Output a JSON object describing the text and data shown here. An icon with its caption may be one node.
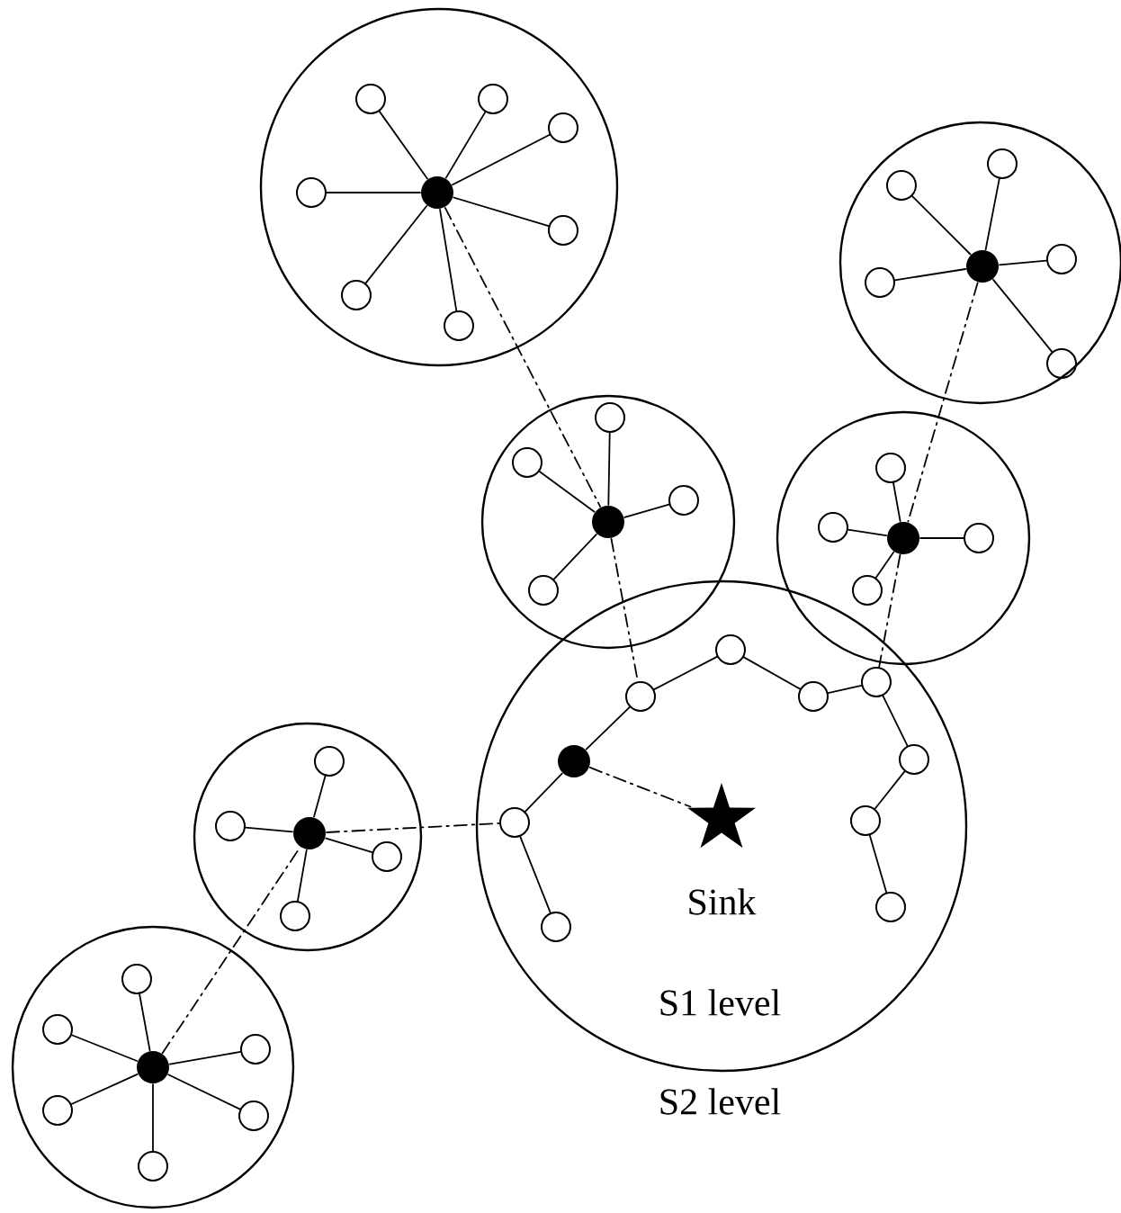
{
  "diagram": {
    "nodes": [
      {
        "text": [],
        "shape": "circle"
      },
      {
        "text": [],
        "shape": "dot",
        "in": 0
      },
      {
        "text": [],
        "shape": "circle",
        "in": 0
      },
      {
        "text": [],
        "shape": "circle",
        "in": 0
      },
      {
        "text": [],
        "shape": "circle",
        "in": 0
      },
      {
        "text": [],
        "shape": "circle",
        "in": 0
      },
      {
        "text": [],
        "shape": "circle",
        "in": 0
      },
      {
        "text": [],
        "shape": "circle",
        "in": 0
      },
      {
        "text": [],
        "shape": "circle",
        "in": 0
      },
      {
        "text": [],
        "shape": "circle"
      },
      {
        "text": [],
        "shape": "dot",
        "in": 9
      },
      {
        "text": [],
        "shape": "circle",
        "in": 9
      },
      {
        "text": [],
        "shape": "circle",
        "in": 9
      },
      {
        "text": [],
        "shape": "circle",
        "in": 9
      },
      {
        "text": [],
        "shape": "circle",
        "in": 9
      },
      {
        "text": [],
        "shape": "circle",
        "in": 9
      },
      {
        "text": [],
        "shape": "circle"
      },
      {
        "text": [],
        "shape": "dot",
        "in": 16
      },
      {
        "text": [],
        "shape": "circle",
        "in": 16
      },
      {
        "text": [],
        "shape": "circle",
        "in": 16
      },
      {
        "text": [],
        "shape": "circle",
        "in": 16
      },
      {
        "text": [],
        "shape": "circle",
        "in": 16
      },
      {
        "text": [],
        "shape": "circle"
      },
      {
        "text": [],
        "shape": "dot",
        "in": 22
      },
      {
        "text": [],
        "shape": "circle",
        "in": 22
      },
      {
        "text": [],
        "shape": "circle",
        "in": 22
      },
      {
        "text": [],
        "shape": "circle",
        "in": 22
      },
      {
        "text": [],
        "shape": "circle",
        "in": 22
      },
      {
        "text": [
          "S1 level"
        ]
      },
      {
        "text": [],
        "shape": "star",
        "in": 28,
        "beside": [
          "Sink"
        ]
      },
      {
        "text": [],
        "shape": "dot",
        "in": 28
      },
      {
        "text": [],
        "shape": "circle",
        "in": 28
      },
      {
        "text": [],
        "shape": "circle",
        "in": 28
      },
      {
        "text": [],
        "shape": "circle",
        "in": 28
      },
      {
        "text": [],
        "shape": "circle",
        "in": 28
      },
      {
        "text": [],
        "shape": "circle",
        "in": 28
      },
      {
        "text": [],
        "shape": "circle",
        "in": 28
      },
      {
        "text": [],
        "shape": "circle",
        "in": 28
      },
      {
        "text": [],
        "shape": "circle",
        "in": 28
      },
      {
        "text": [],
        "shape": "circle",
        "in": 28
      },
      {
        "text": [],
        "shape": "circle"
      },
      {
        "text": [],
        "shape": "dot",
        "in": 40
      },
      {
        "text": [],
        "shape": "circle",
        "in": 40
      },
      {
        "text": [],
        "shape": "circle",
        "in": 40
      },
      {
        "text": [],
        "shape": "circle",
        "in": 40
      },
      {
        "text": [],
        "shape": "circle",
        "in": 40
      },
      {
        "text": [],
        "shape": "circle"
      },
      {
        "text": [],
        "shape": "dot",
        "in": 46
      },
      {
        "text": [],
        "shape": "circle",
        "in": 46
      },
      {
        "text": [],
        "shape": "circle",
        "in": 46
      },
      {
        "text": [],
        "shape": "circle",
        "in": 46
      },
      {
        "text": [],
        "shape": "circle",
        "in": 46
      },
      {
        "text": [],
        "shape": "circle",
        "in": 46
      },
      {
        "text": [],
        "shape": "circle",
        "in": 46
      }
    ],
    "edges": [
      {
        "from": 1,
        "to": 2,
        "arrow": "none"
      },
      {
        "from": 1,
        "to": 3,
        "arrow": "none"
      },
      {
        "from": 1,
        "to": 4,
        "arrow": "none"
      },
      {
        "from": 1,
        "to": 5,
        "arrow": "none"
      },
      {
        "from": 1,
        "to": 6,
        "arrow": "none"
      },
      {
        "from": 1,
        "to": 7,
        "arrow": "none"
      },
      {
        "from": 1,
        "to": 8,
        "arrow": "none"
      },
      {
        "from": 10,
        "to": 11,
        "arrow": "none"
      },
      {
        "from": 10,
        "to": 12,
        "arrow": "none"
      },
      {
        "from": 10,
        "to": 13,
        "arrow": "none"
      },
      {
        "from": 10,
        "to": 14,
        "arrow": "none"
      },
      {
        "from": 10,
        "to": 15,
        "arrow": "none"
      },
      {
        "from": 17,
        "to": 18,
        "arrow": "none"
      },
      {
        "from": 17,
        "to": 19,
        "arrow": "none"
      },
      {
        "from": 17,
        "to": 20,
        "arrow": "none"
      },
      {
        "from": 17,
        "to": 21,
        "arrow": "none"
      },
      {
        "from": 23,
        "to": 24,
        "arrow": "none"
      },
      {
        "from": 23,
        "to": 25,
        "arrow": "none"
      },
      {
        "from": 23,
        "to": 26,
        "arrow": "none"
      },
      {
        "from": 23,
        "to": 27,
        "arrow": "none"
      },
      {
        "from": 39,
        "to": 31,
        "arrow": "none"
      },
      {
        "from": 31,
        "to": 30,
        "arrow": "none"
      },
      {
        "from": 30,
        "to": 32,
        "arrow": "none"
      },
      {
        "from": 32,
        "to": 33,
        "arrow": "none"
      },
      {
        "from": 33,
        "to": 34,
        "arrow": "none"
      },
      {
        "from": 34,
        "to": 35,
        "arrow": "none"
      },
      {
        "from": 35,
        "to": 36,
        "arrow": "none"
      },
      {
        "from": 36,
        "to": 37,
        "arrow": "none"
      },
      {
        "from": 37,
        "to": 38,
        "arrow": "none"
      },
      {
        "from": 41,
        "to": 42,
        "arrow": "none"
      },
      {
        "from": 41,
        "to": 43,
        "arrow": "none"
      },
      {
        "from": 41,
        "to": 44,
        "arrow": "none"
      },
      {
        "from": 41,
        "to": 45,
        "arrow": "none"
      },
      {
        "from": 47,
        "to": 48,
        "arrow": "none"
      },
      {
        "from": 47,
        "to": 49,
        "arrow": "none"
      },
      {
        "from": 47,
        "to": 50,
        "arrow": "none"
      },
      {
        "from": 47,
        "to": 51,
        "arrow": "none"
      },
      {
        "from": 47,
        "to": 52,
        "arrow": "none"
      },
      {
        "from": 47,
        "to": 53,
        "arrow": "none"
      },
      {
        "from": 30,
        "to": 29,
        "arrow": "none",
        "style": "dashed"
      },
      {
        "from": 1,
        "to": 17,
        "arrow": "none",
        "style": "dashed"
      },
      {
        "from": 17,
        "to": 32,
        "arrow": "none",
        "style": "dashed"
      },
      {
        "from": 10,
        "to": 23,
        "arrow": "none",
        "style": "dashed"
      },
      {
        "from": 23,
        "to": 35,
        "arrow": "none",
        "style": "dashed"
      },
      {
        "from": 47,
        "to": 41,
        "arrow": "none",
        "style": "dashed"
      },
      {
        "from": 41,
        "to": 31,
        "arrow": "none",
        "style": "dashed"
      }
    ],
    "labels": [
      "S2 level"
    ]
  }
}
